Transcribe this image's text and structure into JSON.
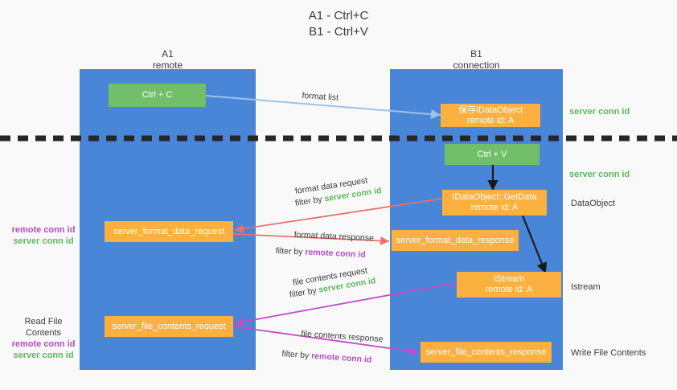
{
  "title": {
    "line1": "A1 - Ctrl+C",
    "line2": "B1 - Ctrl+V"
  },
  "colors": {
    "panel_blue": "#4a86d8",
    "node_green": "#72bf6a",
    "node_orange": "#fbb040",
    "arrow_lightblue": "#9dc3e6",
    "arrow_red": "#e8736b",
    "arrow_magenta": "#c44dc4",
    "arrow_black": "#1a1a1a",
    "text_green": "#5cb85c",
    "text_purple": "#b44dc4",
    "background": "#f9f9f9"
  },
  "columns": [
    {
      "name": "A1",
      "sub": "remote"
    },
    {
      "name": "B1",
      "sub": "connection"
    }
  ],
  "nodes": {
    "ctrl_c": {
      "line1": "Ctrl + C",
      "line2": ""
    },
    "save_idataobject": {
      "line1": "保存IDataObject",
      "line2": "remote id: A"
    },
    "ctrl_v": {
      "line1": "Ctrl + V",
      "line2": ""
    },
    "getdata": {
      "line1": "IDataObject::GetData",
      "line2": "remote id: A"
    },
    "format_data_request": {
      "line1": "server_format_data_request",
      "line2": ""
    },
    "format_data_response": {
      "line1": "server_format_data_response",
      "line2": ""
    },
    "istream": {
      "line1": "IStream",
      "line2": "remote id: A"
    },
    "file_contents_request": {
      "line1": "server_file_contents_request",
      "line2": ""
    },
    "file_contents_response": {
      "line1": "server_file_contents_response",
      "line2": ""
    }
  },
  "right_annotations": [
    {
      "text": "server conn id",
      "style": "green"
    },
    {
      "text": "server conn id",
      "style": "green"
    },
    {
      "text": "DataObject",
      "style": "plain"
    },
    {
      "text": "Istream",
      "style": "plain"
    },
    {
      "text": "Write File Contents",
      "style": "plain"
    }
  ],
  "left_annotations": [
    {
      "text": "remote conn id",
      "style": "purple"
    },
    {
      "text": "server conn id",
      "style": "green"
    },
    {
      "text": "Read File Contents",
      "style": "plain"
    },
    {
      "text": "remote conn id",
      "style": "purple"
    },
    {
      "text": "server conn id",
      "style": "green"
    }
  ],
  "edge_labels": {
    "format_list": "format list",
    "format_data_request": "format data request",
    "format_data_request_filter_pre": "filter by ",
    "format_data_request_filter_key": "server conn id",
    "format_data_response": "format data response",
    "format_data_response_filter_pre": "filter by ",
    "format_data_response_filter_key": "remote conn id",
    "file_contents_request": "file contents request",
    "file_contents_request_filter_pre": "filter by ",
    "file_contents_request_filter_key": "server conn id",
    "file_contents_response": "file contents response",
    "file_contents_response_filter_pre": "filter by ",
    "file_contents_response_filter_key": "remote conn id"
  }
}
